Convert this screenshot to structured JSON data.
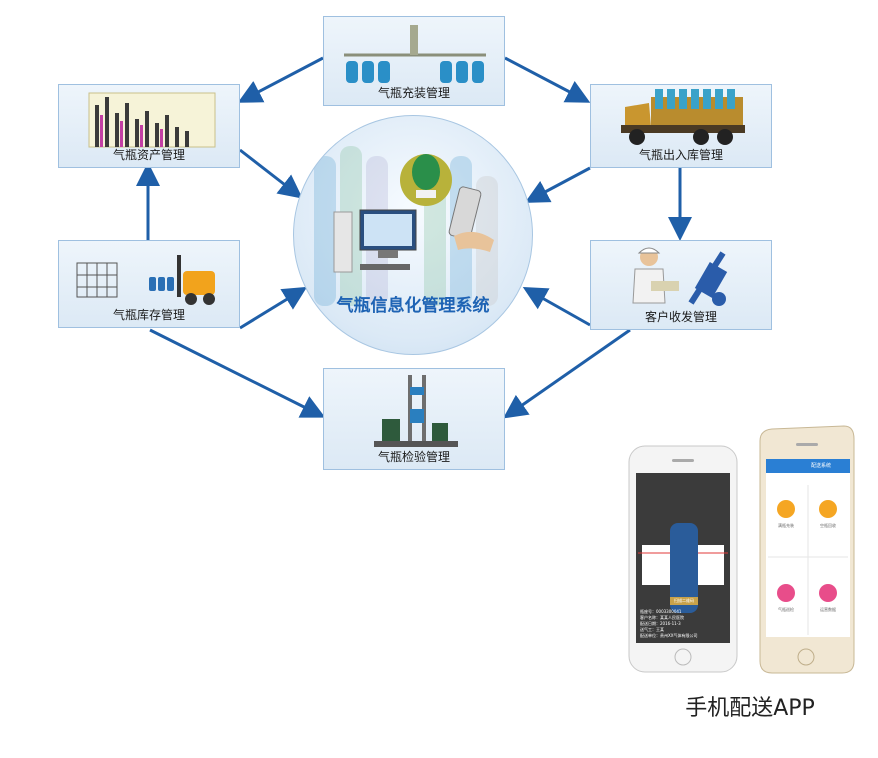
{
  "hub": {
    "title": "气瓶信息化管理系统"
  },
  "modules": {
    "filling": "气瓶充装管理",
    "asset": "气瓶资产管理",
    "inout": "气瓶出入库管理",
    "storage": "气瓶库存管理",
    "customer": "客户收发管理",
    "inspection": "气瓶检验管理"
  },
  "app": {
    "caption": "手机配送APP",
    "scan_button": "扫描二维码",
    "info": [
      "瓶座号：0003300041",
      "客户名称：某某人民医院",
      "配送日期：2016-11-3",
      "送气工：王某",
      "配送单位：贵州XX气体有限公司"
    ],
    "menu": [
      "满瓶充装",
      "空瓶回收",
      "气瓶巡检",
      "运营数据"
    ],
    "header": "配送系统"
  },
  "colors": {
    "arrow": "#1f5fa8",
    "accent": "#1e63b4",
    "box_border": "#9fc0e0"
  }
}
